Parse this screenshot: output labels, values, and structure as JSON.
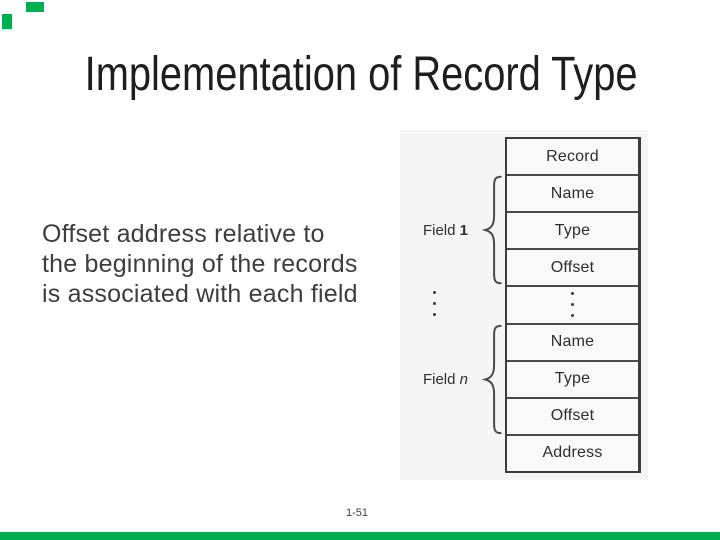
{
  "slide": {
    "title": "Implementation of Record Type",
    "body": {
      "lines": [
        "Offset address relative to",
        "the beginning of the records",
        "is associated with each field"
      ]
    },
    "page_number": "1-51",
    "colors": {
      "accent_green": "#00B050",
      "title_text": "#1e1e1e",
      "body_text": "#3d3d3d",
      "diagram_bg": "#f5f5f6",
      "table_border": "#3c3c3c",
      "table_text": "#2e2e2e"
    },
    "diagram": {
      "rows": [
        {
          "label": "Record"
        },
        {
          "label": "Name"
        },
        {
          "label": "Type"
        },
        {
          "label": "Offset"
        },
        {
          "label": "⋮",
          "dots": true
        },
        {
          "label": "Name"
        },
        {
          "label": "Type"
        },
        {
          "label": "Offset"
        },
        {
          "label": "Address"
        }
      ],
      "field_labels": [
        {
          "prefix": "Field ",
          "suffix": "1"
        },
        {
          "prefix": "Field ",
          "suffix": "n"
        }
      ],
      "left_ellipsis": "⋮"
    }
  }
}
